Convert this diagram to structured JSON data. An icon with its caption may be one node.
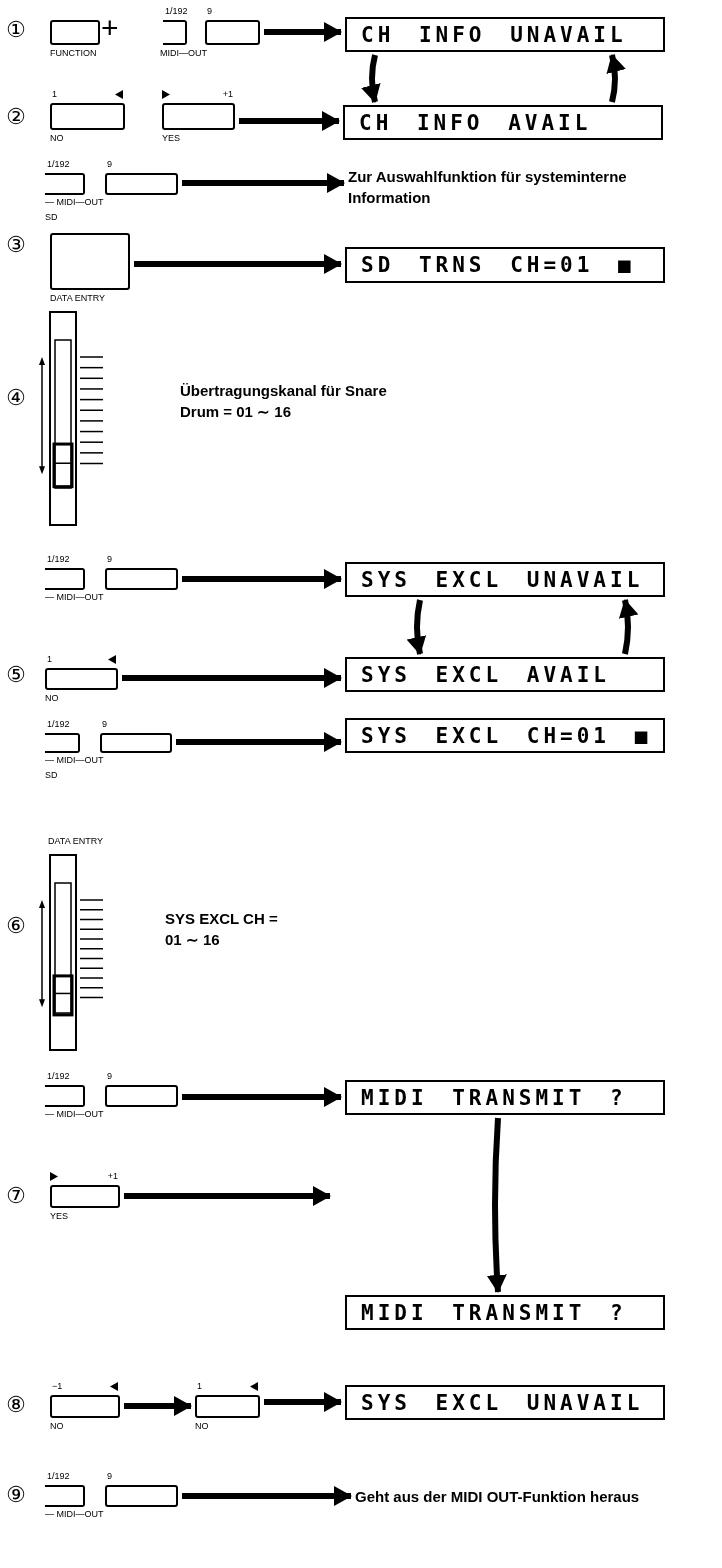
{
  "diagram": {
    "nodes": [
      {
        "text": [
          "FUNCTION"
        ]
      },
      {
        "text": [
          "1/192"
        ]
      },
      {
        "text": [
          "9"
        ]
      },
      {
        "text": [
          "CH INFO UNAVAIL"
        ]
      },
      {
        "text": [
          "CH INFO AVAIL"
        ]
      },
      {
        "text": [
          "1",
          "NO"
        ]
      },
      {
        "text": [
          "+1",
          "YES"
        ]
      },
      {
        "text": [
          "1/192",
          "SD"
        ]
      },
      {
        "text": [
          "9"
        ]
      },
      {
        "text": [
          "Zur Auswahlfunktion für systeminterne Information"
        ]
      },
      {
        "text": [
          "DATA ENTRY"
        ]
      },
      {
        "text": [
          "SD TRNS CH=01 ■"
        ]
      },
      {
        "text": [
          "1/192"
        ]
      },
      {
        "text": [
          "9"
        ]
      },
      {
        "text": [
          "SYS EXCL UNAVAIL"
        ]
      },
      {
        "text": [
          "SYS EXCL AVAIL"
        ]
      },
      {
        "text": [
          "1",
          "NO"
        ]
      },
      {
        "text": [
          "1/192",
          "SD"
        ]
      },
      {
        "text": [
          "9"
        ]
      },
      {
        "text": [
          "SYS EXCL CH=01 ■"
        ]
      },
      {
        "text": [
          "1/192"
        ]
      },
      {
        "text": [
          "9"
        ]
      },
      {
        "text": [
          "MIDI TRANSMIT ?"
        ]
      },
      {
        "text": [
          "+1",
          "YES"
        ]
      },
      {
        "text": [
          "MIDI TRANSMIT ?"
        ]
      },
      {
        "text": [
          "−1",
          "NO"
        ]
      },
      {
        "text": [
          "1",
          "NO"
        ]
      },
      {
        "text": [
          "SYS EXCL UNAVAIL"
        ]
      },
      {
        "text": [
          "1/192"
        ]
      },
      {
        "text": [
          "9"
        ]
      },
      {
        "text": [
          "Geht aus der MIDI OUT-Funktion heraus"
        ]
      }
    ],
    "edges": [
      {
        "from": 2,
        "to": 3,
        "arrow": "to"
      },
      {
        "from": 3,
        "to": 4,
        "arrow": "to"
      },
      {
        "from": 4,
        "to": 3,
        "arrow": "to"
      },
      {
        "from": 6,
        "to": 4,
        "arrow": "to"
      },
      {
        "from": 8,
        "to": 9,
        "arrow": "to"
      },
      {
        "from": 10,
        "to": 11,
        "arrow": "to"
      },
      {
        "from": 13,
        "to": 14,
        "arrow": "to"
      },
      {
        "from": 14,
        "to": 15,
        "arrow": "to"
      },
      {
        "from": 15,
        "to": 14,
        "arrow": "to"
      },
      {
        "from": 16,
        "to": 15,
        "arrow": "to"
      },
      {
        "from": 18,
        "to": 19,
        "arrow": "to"
      },
      {
        "from": 21,
        "to": 22,
        "arrow": "to"
      },
      {
        "from": 23,
        "to": null,
        "arrow": "to"
      },
      {
        "from": 22,
        "to": 24,
        "arrow": "to"
      },
      {
        "from": 25,
        "to": 26,
        "arrow": "to"
      },
      {
        "from": 26,
        "to": 27,
        "arrow": "to"
      },
      {
        "from": 29,
        "to": 30,
        "arrow": "to"
      }
    ],
    "labels": [
      "①",
      "+",
      "MIDI—OUT",
      "②",
      "— MIDI—OUT",
      "③",
      "④",
      "Übertragungskanal für Snare Drum = 01 ∼ 16",
      "— MIDI—OUT",
      "⑤",
      "— MIDI—OUT",
      "DATA ENTRY",
      "⑥",
      "SYS EXCL CH = 01 ∼ 16",
      "— MIDI—OUT",
      "⑦",
      "⑧",
      "⑨",
      "— MIDI—OUT"
    ]
  }
}
